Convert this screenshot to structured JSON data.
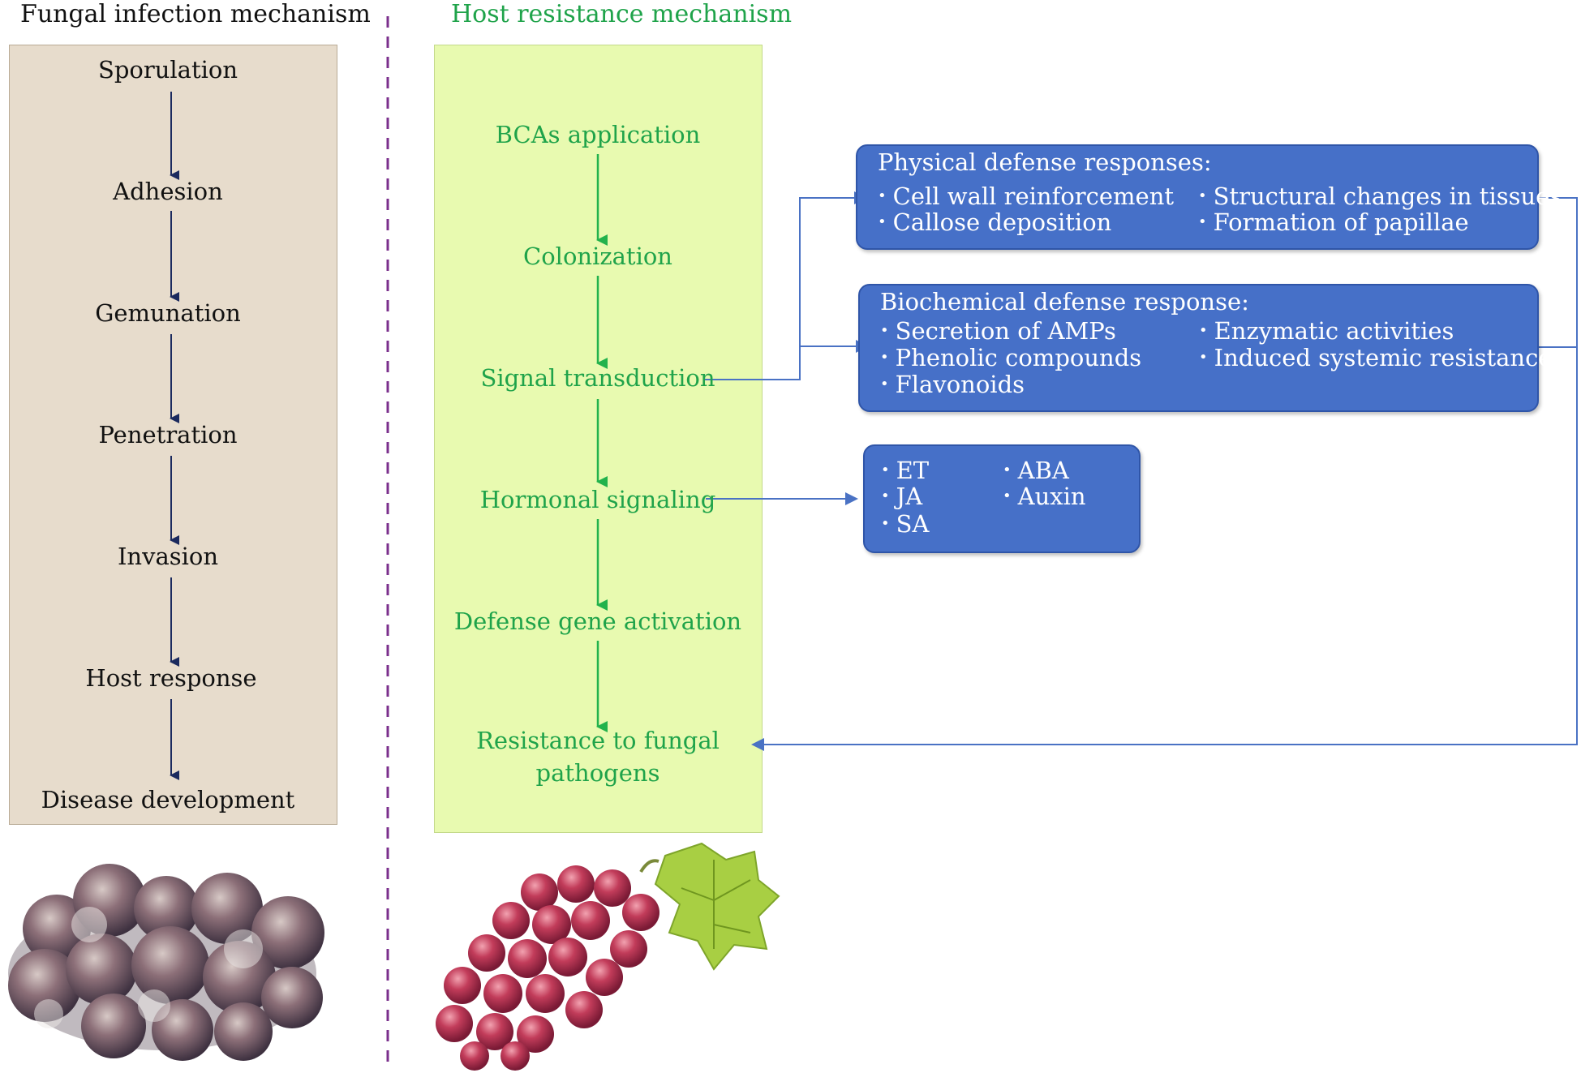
{
  "left": {
    "heading": "Fungal infection mechanism",
    "steps": [
      "Sporulation",
      "Adhesion",
      "Gemunation",
      "Penetration",
      "Invasion",
      "Host response",
      "Disease development"
    ]
  },
  "middle": {
    "heading": "Host resistance mechanism",
    "steps": [
      "BCAs application",
      "Colonization",
      "Signal transduction",
      "Hormonal signaling",
      "Defense gene activation",
      "Resistance to fungal",
      "pathogens"
    ]
  },
  "physical": {
    "title": "Physical defense responses:",
    "col1": [
      "Cell wall reinforcement",
      "Callose deposition"
    ],
    "col2": [
      "Structural changes in tissues",
      "Formation of papillae"
    ]
  },
  "biochemical": {
    "title": "Biochemical defense response:",
    "col1": [
      "Secretion of AMPs",
      "Phenolic compounds",
      "Flavonoids"
    ],
    "col2": [
      "Enzymatic activities",
      "Induced systemic resistance"
    ]
  },
  "hormones": {
    "col1": [
      "ET",
      "JA",
      "SA"
    ],
    "col2": [
      "ABA",
      "Auxin"
    ]
  },
  "bullet_char": "•",
  "colors": {
    "left_panel": "#e7dccc",
    "middle_panel": "#e8fab0",
    "green_text": "#1fa34a",
    "blue_box": "#4670c8",
    "navy_arrow": "#1b2a5e",
    "divider": "#7b2f8c"
  }
}
